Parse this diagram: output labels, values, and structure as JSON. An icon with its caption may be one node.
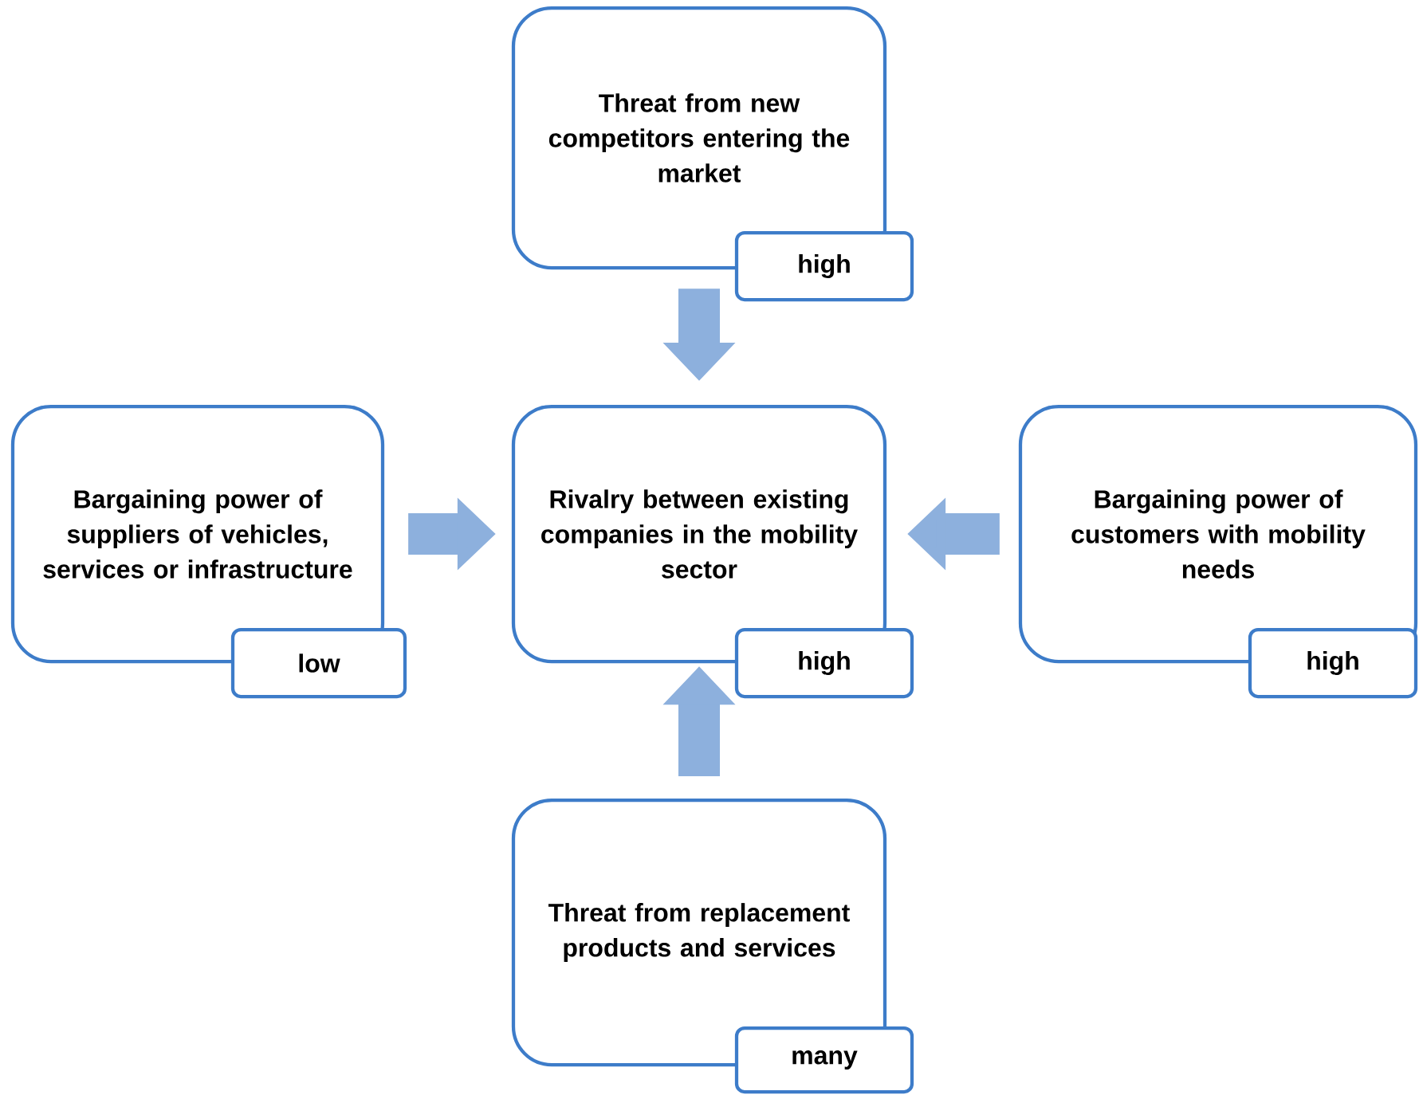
{
  "diagram": {
    "nodes": [
      {
        "text": [
          "Threat from new competitors entering the market"
        ]
      },
      {
        "text": [
          "high"
        ]
      },
      {
        "text": [
          "Bargaining power of suppliers of vehicles, services or infrastructure"
        ]
      },
      {
        "text": [
          "low"
        ]
      },
      {
        "text": [
          "Rivalry between existing companies in the mobility sector"
        ]
      },
      {
        "text": [
          "high"
        ]
      },
      {
        "text": [
          "Bargaining power of customers with mobility needs"
        ]
      },
      {
        "text": [
          "high"
        ]
      },
      {
        "text": [
          "Threat from replacement products and services"
        ]
      },
      {
        "text": [
          "many"
        ]
      }
    ],
    "edges": [
      {
        "from": 0,
        "to": 4,
        "arrow": "to"
      },
      {
        "from": 2,
        "to": 4,
        "arrow": "to"
      },
      {
        "from": 6,
        "to": 4,
        "arrow": "to"
      },
      {
        "from": 8,
        "to": 4,
        "arrow": "to"
      }
    ]
  }
}
